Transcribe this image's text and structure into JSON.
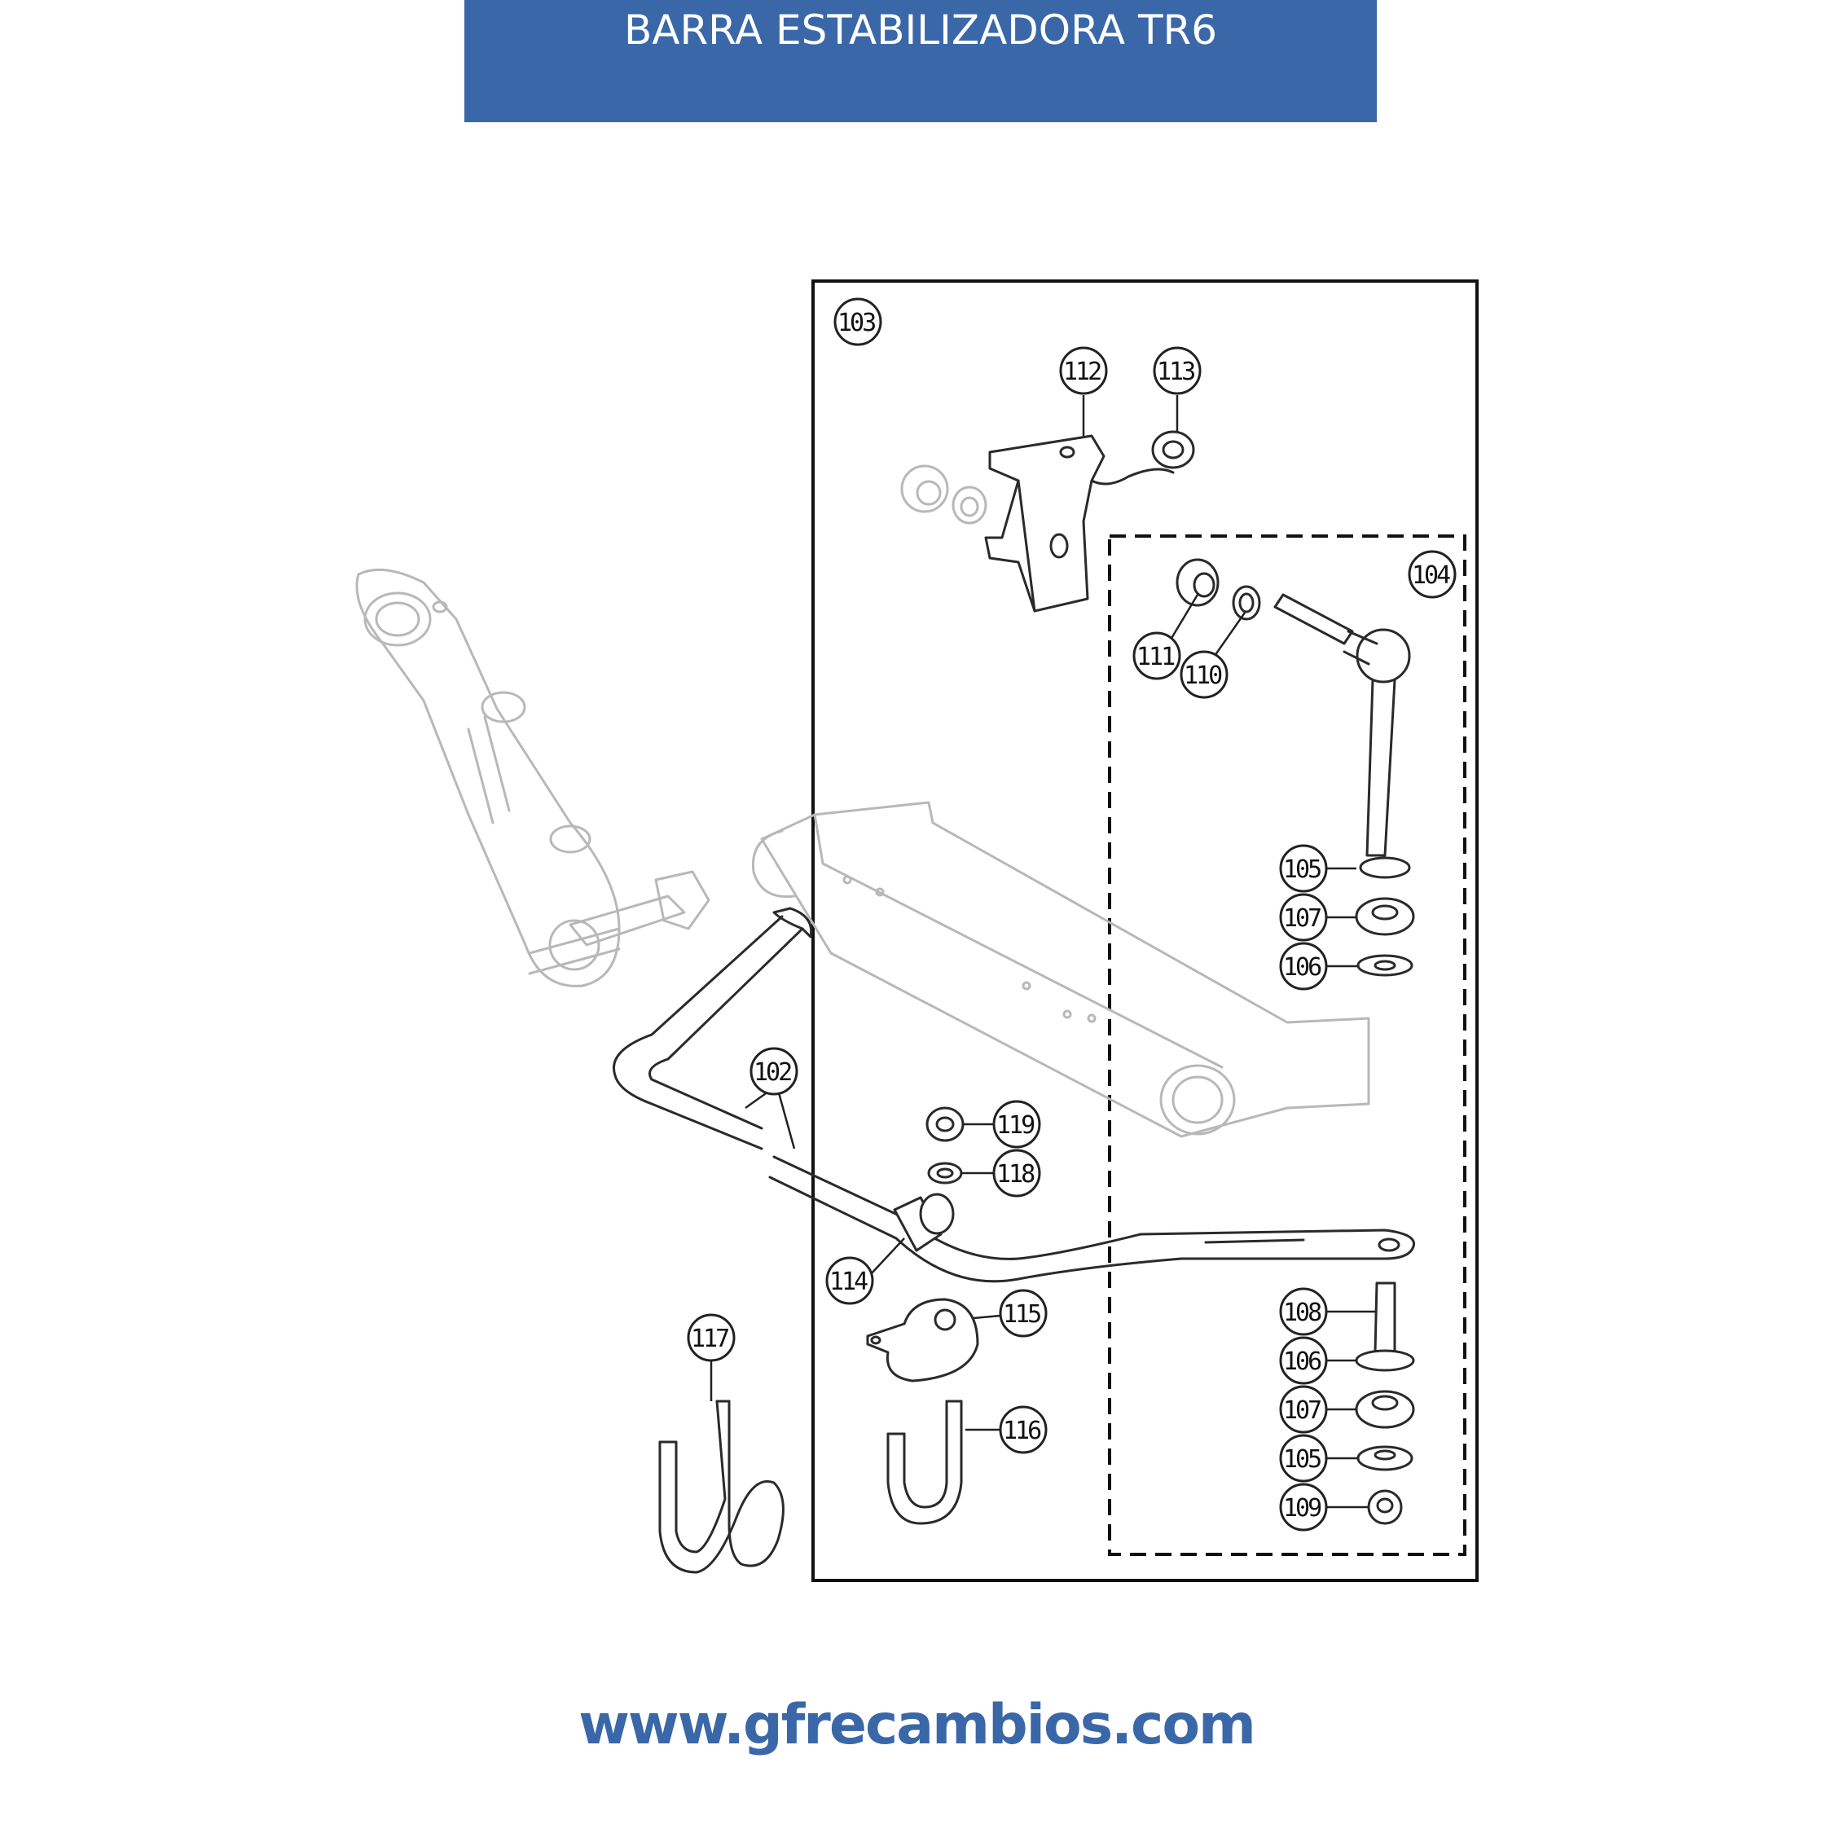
{
  "title": "BARRA ESTABILIZADORA  TR6",
  "website": "www.gfrecambios.com",
  "colors": {
    "banner": "#3a67a8",
    "text_accent": "#3a67a8",
    "line": "#222222"
  },
  "callouts": [
    "102",
    "103",
    "104",
    "105",
    "106",
    "107",
    "108",
    "109",
    "110",
    "111",
    "112",
    "113",
    "114",
    "115",
    "116",
    "117",
    "118",
    "119"
  ],
  "labels": {
    "c102": "102",
    "c103": "103",
    "c104": "104",
    "c105a": "105",
    "c107a": "107",
    "c106a": "106",
    "c108": "108",
    "c106b": "106",
    "c107b": "107",
    "c105b": "105",
    "c109": "109",
    "c110": "110",
    "c111": "111",
    "c112": "112",
    "c113": "113",
    "c114": "114",
    "c115": "115",
    "c116": "116",
    "c117": "117",
    "c118": "118",
    "c119": "119"
  }
}
